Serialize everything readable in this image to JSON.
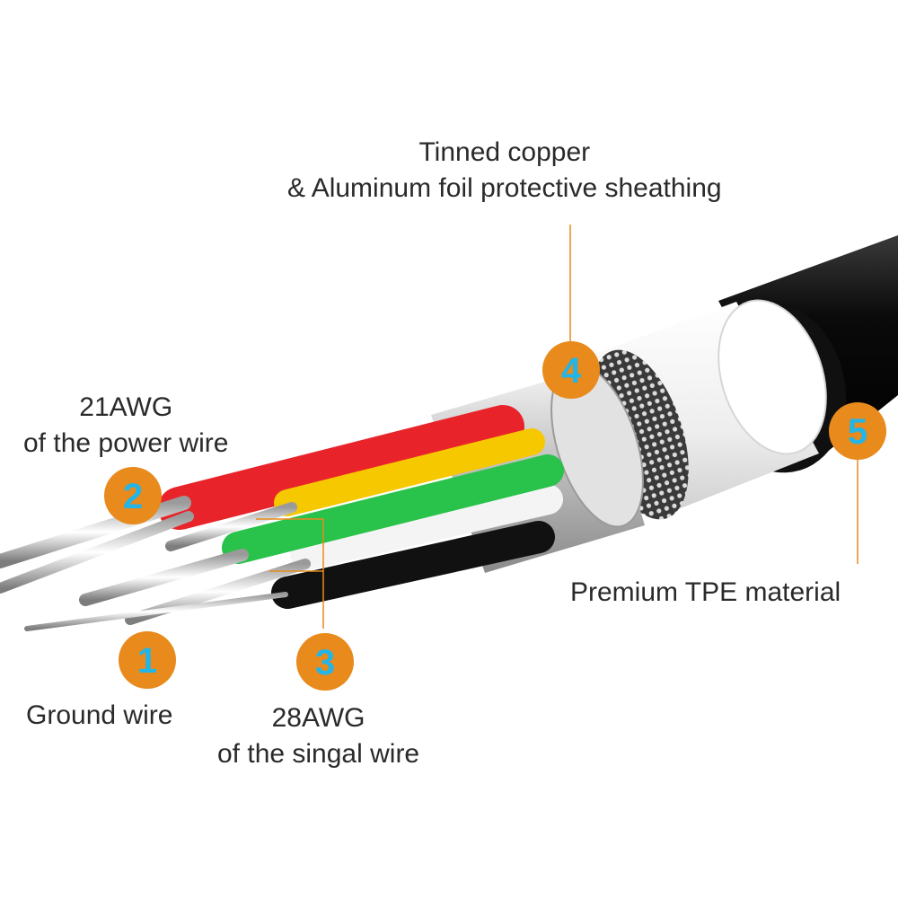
{
  "colors": {
    "badge_fill": "#E88A1C",
    "badge_digit": "#23B5E8",
    "leader_line": "#E88A1C",
    "jacket": "#0d0d0d",
    "tpe_layer": "#f2f2f2",
    "foil": "#c9c9c9",
    "wire_red": "#e8232a",
    "wire_yellow": "#f5c800",
    "wire_green": "#29c24a",
    "wire_white": "#f4f4f4",
    "wire_black": "#111111"
  },
  "callouts": [
    {
      "id": "1",
      "number": "1",
      "lines": [
        "Ground wire"
      ]
    },
    {
      "id": "2",
      "number": "2",
      "lines": [
        "21AWG",
        "of the power wire"
      ]
    },
    {
      "id": "3",
      "number": "3",
      "lines": [
        "28AWG",
        "of the singal wire"
      ]
    },
    {
      "id": "4",
      "number": "4",
      "lines": [
        "Tinned copper",
        "& Aluminum foil protective sheathing"
      ]
    },
    {
      "id": "5",
      "number": "5",
      "lines": [
        "Premium TPE material"
      ]
    }
  ]
}
